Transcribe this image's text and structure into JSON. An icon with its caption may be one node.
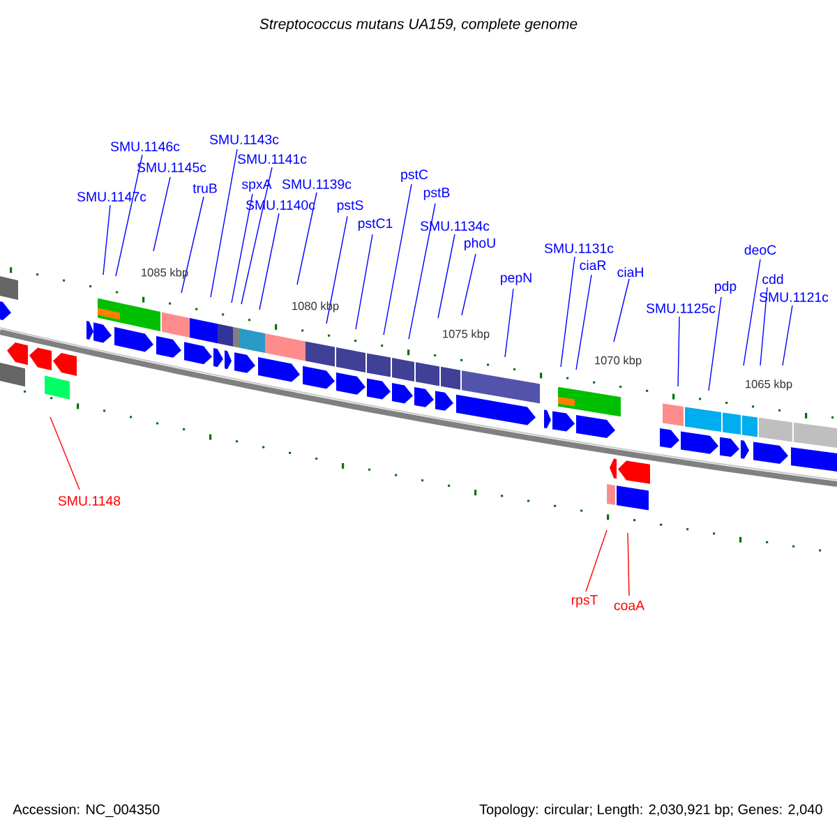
{
  "diagram": {
    "title": "*Streptococcus mutans* UA159, complete genome",
    "nodes": [
      {
        "text": [
          "SMU.1146c"
        ]
      },
      {
        "text": [
          "SMU.1145c"
        ]
      },
      {
        "text": [
          "SMU.1143c"
        ]
      },
      {
        "text": [
          "SMU.1141c"
        ]
      },
      {
        "text": [
          "SMU.1147c"
        ]
      },
      {
        "text": [
          "truB"
        ]
      },
      {
        "text": [
          "spxA"
        ]
      },
      {
        "text": [
          "SMU.1139c"
        ]
      },
      {
        "text": [
          "SMU.1140c"
        ]
      },
      {
        "text": [
          "pstS"
        ]
      },
      {
        "text": [
          "pstC"
        ]
      },
      {
        "text": [
          "pstC1"
        ]
      },
      {
        "text": [
          "pstB"
        ]
      },
      {
        "text": [
          "SMU.1134c"
        ]
      },
      {
        "text": [
          "phoU"
        ]
      },
      {
        "text": [
          "pepN"
        ]
      },
      {
        "text": [
          "SMU.1131c"
        ]
      },
      {
        "text": [
          "ciaR"
        ]
      },
      {
        "text": [
          "ciaH"
        ]
      },
      {
        "text": [
          "SMU.1125c"
        ]
      },
      {
        "text": [
          "pdp"
        ]
      },
      {
        "text": [
          "deoC"
        ]
      },
      {
        "text": [
          "cdd"
        ]
      },
      {
        "text": [
          "SMU.1121c"
        ]
      },
      {
        "text": [
          "SMU.1148"
        ]
      },
      {
        "text": [
          "rpsT"
        ]
      },
      {
        "text": [
          "coaA"
        ]
      }
    ],
    "edges": [
      {
        "from": 0,
        "to": null,
        "arrow": "none"
      },
      {
        "from": 1,
        "to": null,
        "arrow": "none"
      },
      {
        "from": 2,
        "to": null,
        "arrow": "none"
      },
      {
        "from": 3,
        "to": null,
        "arrow": "none"
      },
      {
        "from": 4,
        "to": null,
        "arrow": "none"
      },
      {
        "from": 5,
        "to": null,
        "arrow": "none"
      },
      {
        "from": 6,
        "to": null,
        "arrow": "none"
      },
      {
        "from": 7,
        "to": null,
        "arrow": "none"
      },
      {
        "from": 8,
        "to": null,
        "arrow": "none"
      },
      {
        "from": 9,
        "to": null,
        "arrow": "none"
      },
      {
        "from": 10,
        "to": null,
        "arrow": "none"
      },
      {
        "from": 11,
        "to": null,
        "arrow": "none"
      },
      {
        "from": 12,
        "to": null,
        "arrow": "none"
      },
      {
        "from": 13,
        "to": null,
        "arrow": "none"
      },
      {
        "from": 14,
        "to": null,
        "arrow": "none"
      },
      {
        "from": 15,
        "to": null,
        "arrow": "none"
      },
      {
        "from": 16,
        "to": null,
        "arrow": "none"
      },
      {
        "from": 17,
        "to": null,
        "arrow": "none"
      },
      {
        "from": 18,
        "to": null,
        "arrow": "none"
      },
      {
        "from": 19,
        "to": null,
        "arrow": "none"
      },
      {
        "from": 20,
        "to": null,
        "arrow": "none"
      },
      {
        "from": 21,
        "to": null,
        "arrow": "none"
      },
      {
        "from": 22,
        "to": null,
        "arrow": "none"
      },
      {
        "from": 23,
        "to": null,
        "arrow": "none"
      },
      {
        "from": 24,
        "to": null,
        "arrow": "none",
        "color": "#ff0000"
      },
      {
        "from": 25,
        "to": null,
        "arrow": "none",
        "color": "#ff0000"
      },
      {
        "from": 26,
        "to": null,
        "arrow": "none",
        "color": "#ff0000"
      }
    ],
    "labels": [
      "1085 kbp",
      "1080 kbp",
      "1075 kbp",
      "1070 kbp",
      "1065 kbp",
      "Accession: NC_004350",
      "Topology: circular; Length: 2,030,921 bp; Genes: 2,040"
    ]
  }
}
